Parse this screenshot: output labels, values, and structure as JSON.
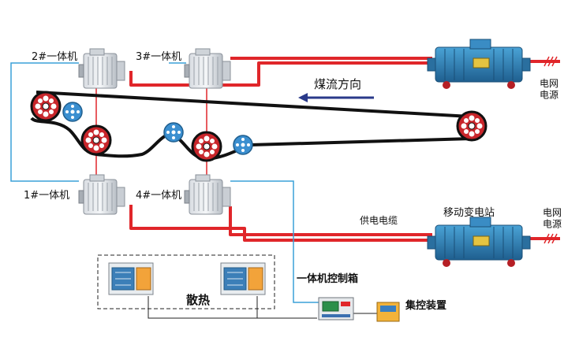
{
  "labels": {
    "unit2": "2#一体机",
    "unit3": "3#一体机",
    "unit1": "1#一体机",
    "unit4": "4#一体机",
    "coal_flow": "煤流方向",
    "grid_top": "电网\n电源",
    "grid_bottom": "电网\n电源",
    "substation": "移动变电站",
    "supply_cable": "供电电缆",
    "heat": "散热",
    "control_box": "一体机控制箱",
    "central_control": "集控装置"
  },
  "colors": {
    "power_cable": "#e0262a",
    "control_line": "#3aa0d8",
    "signal_line": "#222222",
    "belt": "#111111",
    "pulley": "#c8262b",
    "idler": "#3b8fd0",
    "transformer": "#2f7fb8",
    "arrow": "#2a3a8a"
  },
  "icons": {
    "motor": "motor-icon",
    "transformer": "transformer-icon",
    "drive_pulley": "drive-pulley-icon",
    "idler": "idler-icon",
    "cabinet": "cabinet-icon",
    "controller": "controller-icon",
    "grid_break": "grid-break-icon"
  }
}
